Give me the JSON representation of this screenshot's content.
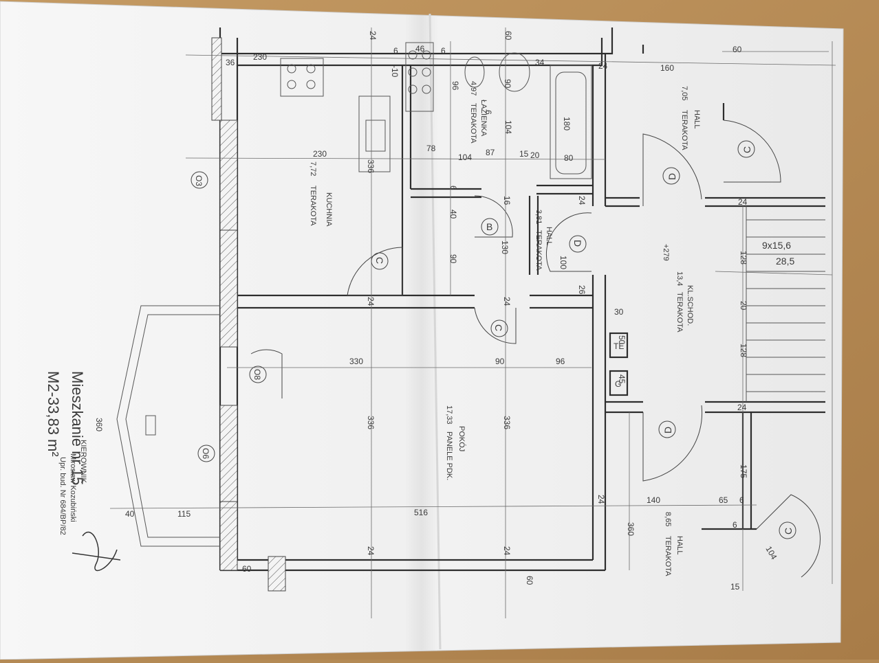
{
  "sheet": {
    "title": "Mieszkanie nr 15",
    "area": "M2-33,83 m²",
    "stamp_role": "KIEROWNIK",
    "stamp_name": "Mirosław Kozubiński",
    "stamp_license": "Upr. bud. Nr 684/BP/82"
  },
  "rooms": [
    {
      "name": "KUCHNIA",
      "area": "7,72",
      "finish": "TERAKOTA"
    },
    {
      "name": "ŁAZIENKA",
      "area": "4,97",
      "finish": "TERAKOTA"
    },
    {
      "name": "HALL",
      "area": "3,81",
      "finish": "TERAKOTA"
    },
    {
      "name": "POKÓJ",
      "area": "17,33",
      "finish": "PANELE PDK."
    },
    {
      "name": "HALL",
      "area": "7,05",
      "finish": "TERAKOTA"
    },
    {
      "name": "KL.SCHOD.",
      "area": "13,4",
      "finish": "TERAKOTA"
    },
    {
      "name": "HALL",
      "area": "8,65",
      "finish": "TERAKOTA"
    }
  ],
  "door_marks": [
    "B",
    "C",
    "D",
    "C",
    "D",
    "D",
    "C",
    "C"
  ],
  "window_marks": [
    "O3",
    "O6",
    "O8"
  ],
  "shaft_marks": [
    "TE",
    "G"
  ],
  "stairs": {
    "steps": "9x15,6",
    "tread": "28,5",
    "level": "+279"
  },
  "dims": {
    "d1": "230",
    "d2": "36",
    "d3": "6",
    "d4": "46",
    "d5": "6",
    "d6": "60",
    "d7": "34",
    "d8": "24",
    "d9": "24",
    "d10": "160",
    "d11": "60",
    "d12": "96",
    "d13": "-10",
    "d14": "90",
    "d15": "6",
    "d16": "104",
    "d17": "180",
    "d18": "230",
    "d19": "78",
    "d20": "104",
    "d21": "87",
    "d22": "15",
    "d23": "20",
    "d24": "80",
    "d25": "336",
    "d26": "6",
    "d27": "16",
    "d28": "40",
    "d29": "130",
    "d30": "90",
    "d31": "24",
    "d32": "100",
    "d33": "26",
    "d34": "24",
    "d35": "24",
    "d36": "330",
    "d37": "90",
    "d38": "96",
    "d39": "30",
    "d40": "50",
    "d41": "45",
    "d42": "336",
    "d43": "336",
    "d44": "128",
    "d45": "20",
    "d46": "128",
    "d47": "175",
    "d48": "360",
    "d49": "40",
    "d50": "115",
    "d51": "516",
    "d52": "24",
    "d53": "140",
    "d54": "65",
    "d55": "6",
    "d56": "104",
    "d57": "360",
    "d58": "60",
    "d59": "24",
    "d60": "24",
    "d61": "60",
    "d62": "15",
    "d63": "24",
    "d64": "24",
    "d65": "6"
  }
}
